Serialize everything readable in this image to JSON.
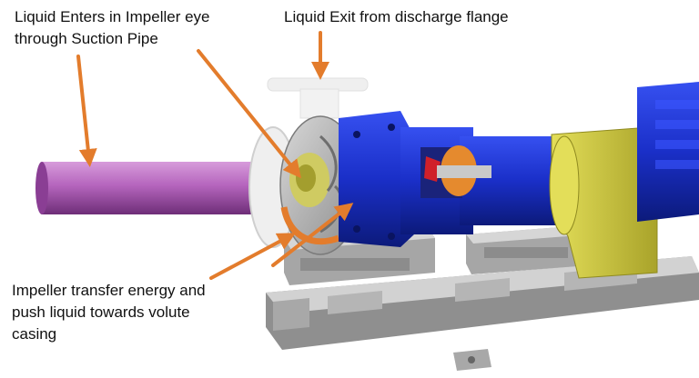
{
  "annotations": {
    "suction": {
      "lines": [
        "Liquid Enters in Impeller eye",
        "through Suction Pipe"
      ]
    },
    "exit": {
      "lines": [
        "Liquid Exit from discharge flange"
      ]
    },
    "impeller": {
      "lines": [
        "Impeller transfer energy and",
        "push liquid towards volute",
        "casing"
      ]
    }
  },
  "colors": {
    "arrow": "#E37C2C",
    "suction_pipe": "#B05FB8",
    "pump_casing": "#9A9A9A",
    "bearing_housing": "#1E35D6",
    "motor_support": "#C9C43A",
    "baseplate": "#BDBDBD",
    "coupling_guard": "#E58A2E"
  }
}
